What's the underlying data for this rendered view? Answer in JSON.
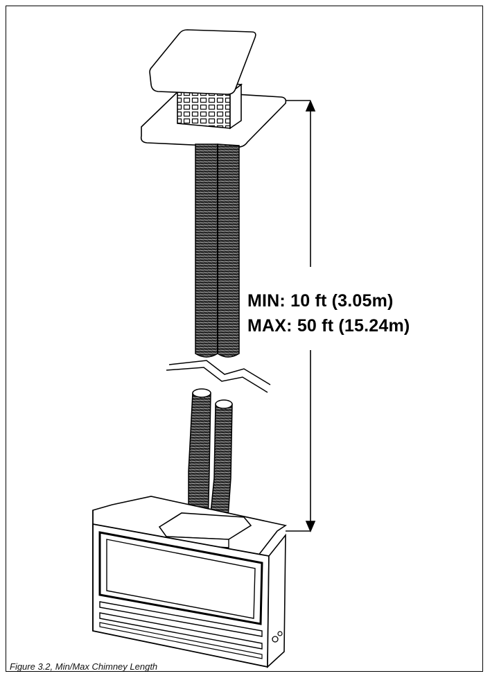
{
  "dimension": {
    "min_label": "MIN: 10 ft (3.05m)",
    "max_label": "MAX: 50 ft (15.24m)"
  },
  "caption": "Figure 3.2, Min/Max Chimney Length",
  "colors": {
    "line": "#000000",
    "background": "#ffffff",
    "pipe_fill": "#2a2a2a"
  }
}
